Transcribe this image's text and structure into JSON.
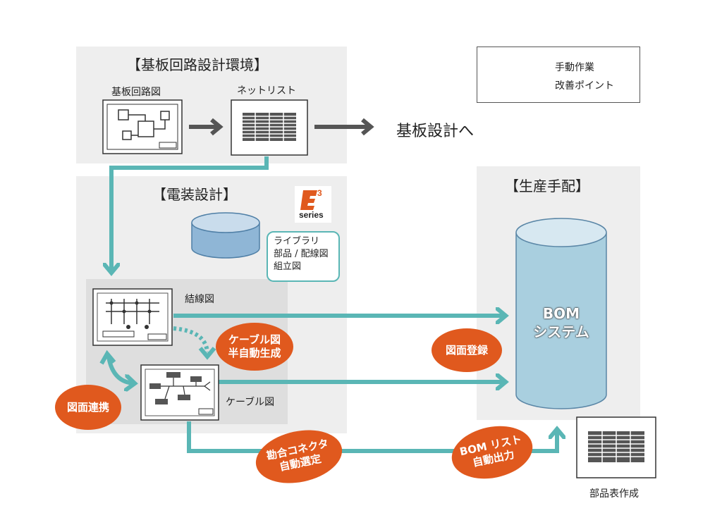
{
  "panels": {
    "board": {
      "title": "【基板回路設計環境】"
    },
    "electrical": {
      "title": "【電装設計】"
    },
    "production": {
      "title": "【生産手配】"
    }
  },
  "labels": {
    "board_circuit": "基板回路図",
    "netlist": "ネットリスト",
    "to_board_design": "基板設計へ",
    "wiring_diagram": "結線図",
    "cable_diagram": "ケーブル図",
    "parts_list": "部品表作成"
  },
  "legend": {
    "manual": "手動作業",
    "improvement": "改善ポイント"
  },
  "library": {
    "lines": [
      "ライブラリ",
      "部品 / 配線図",
      "組立図"
    ]
  },
  "logo": {
    "text": "series"
  },
  "bom": {
    "lines": [
      "BOM",
      "システム"
    ]
  },
  "badges": {
    "cable_gen": [
      "ケーブル図",
      "半自動生成"
    ],
    "drawing_link": [
      "図面連携"
    ],
    "drawing_register": [
      "図面登録"
    ],
    "connector_select": [
      "勘合コネクタ",
      "自動選定"
    ],
    "bom_output": [
      "BOM リスト",
      "自動出力"
    ]
  },
  "colors": {
    "teal": "#5ab6b5",
    "orange": "#e0591e",
    "gray_arrow": "#555555",
    "panel": "#eeeeee"
  }
}
